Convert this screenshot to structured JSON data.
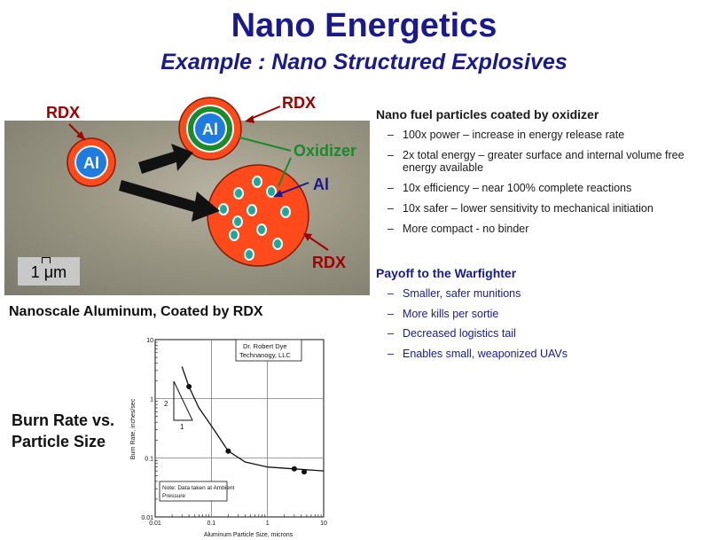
{
  "slide": {
    "title": "Nano Energetics",
    "subtitle": "Example : Nano Structured Explosives"
  },
  "diagram": {
    "label_rdx_left": "RDX",
    "label_rdx_top": "RDX",
    "label_rdx_bottom": "RDX",
    "label_al_small": "Al",
    "label_al_coated": "Al",
    "label_al_right": "Al",
    "label_oxidizer": "Oxidizer",
    "scale_bar": "1 μm",
    "caption": "Nanoscale Aluminum, Coated by RDX",
    "colors": {
      "rdx": "#ff4a1c",
      "al": "#1e7be0",
      "oxidizer": "#1a8a2a",
      "label_red": "#a00000",
      "label_blue": "#1a1a8c"
    }
  },
  "section1": {
    "title": "Nano fuel particles coated by oxidizer",
    "items": [
      "100x power – increase in energy release rate",
      "2x total energy – greater surface and internal volume free energy available",
      "10x efficiency – near 100% complete reactions",
      "10x safer – lower sensitivity to mechanical initiation",
      "More compact - no binder"
    ]
  },
  "section2": {
    "title": "Payoff to the Warfighter",
    "items": [
      "Smaller, safer munitions",
      "More kills per sortie",
      "Decreased logistics tail",
      "Enables small, weaponized UAVs"
    ]
  },
  "burn_label": {
    "line1": "Burn Rate vs.",
    "line2": "Particle Size"
  },
  "chart_data": {
    "type": "scatter",
    "x_scale": "log",
    "y_scale": "log",
    "xlim": [
      0.01,
      10
    ],
    "ylim": [
      0.01,
      10
    ],
    "xlabel": "Aluminum Particle Size, microns",
    "ylabel": "Burn Rate, inches/sec",
    "x_tick_labels": [
      "0.01",
      "0.1",
      "1",
      "10"
    ],
    "y_tick_labels": [
      "10",
      "1",
      "0.1",
      "0.01"
    ],
    "points": [
      {
        "x": 0.04,
        "y": 1.6
      },
      {
        "x": 0.2,
        "y": 0.13
      },
      {
        "x": 3.0,
        "y": 0.065
      },
      {
        "x": 4.5,
        "y": 0.058
      }
    ],
    "curve": [
      {
        "x": 0.03,
        "y": 3.5
      },
      {
        "x": 0.04,
        "y": 1.6
      },
      {
        "x": 0.06,
        "y": 0.7
      },
      {
        "x": 0.1,
        "y": 0.35
      },
      {
        "x": 0.2,
        "y": 0.13
      },
      {
        "x": 0.4,
        "y": 0.085
      },
      {
        "x": 1.0,
        "y": 0.07
      },
      {
        "x": 3.0,
        "y": 0.065
      },
      {
        "x": 10.0,
        "y": 0.06
      }
    ],
    "slope_triangle": {
      "rise": "2",
      "run": "1"
    },
    "credit_box": [
      "Dr. Robert Dye",
      "Technanogy, LLC"
    ],
    "note_box": [
      "Note: Data taken at Ambient",
      "Pressure"
    ],
    "grid": true
  }
}
